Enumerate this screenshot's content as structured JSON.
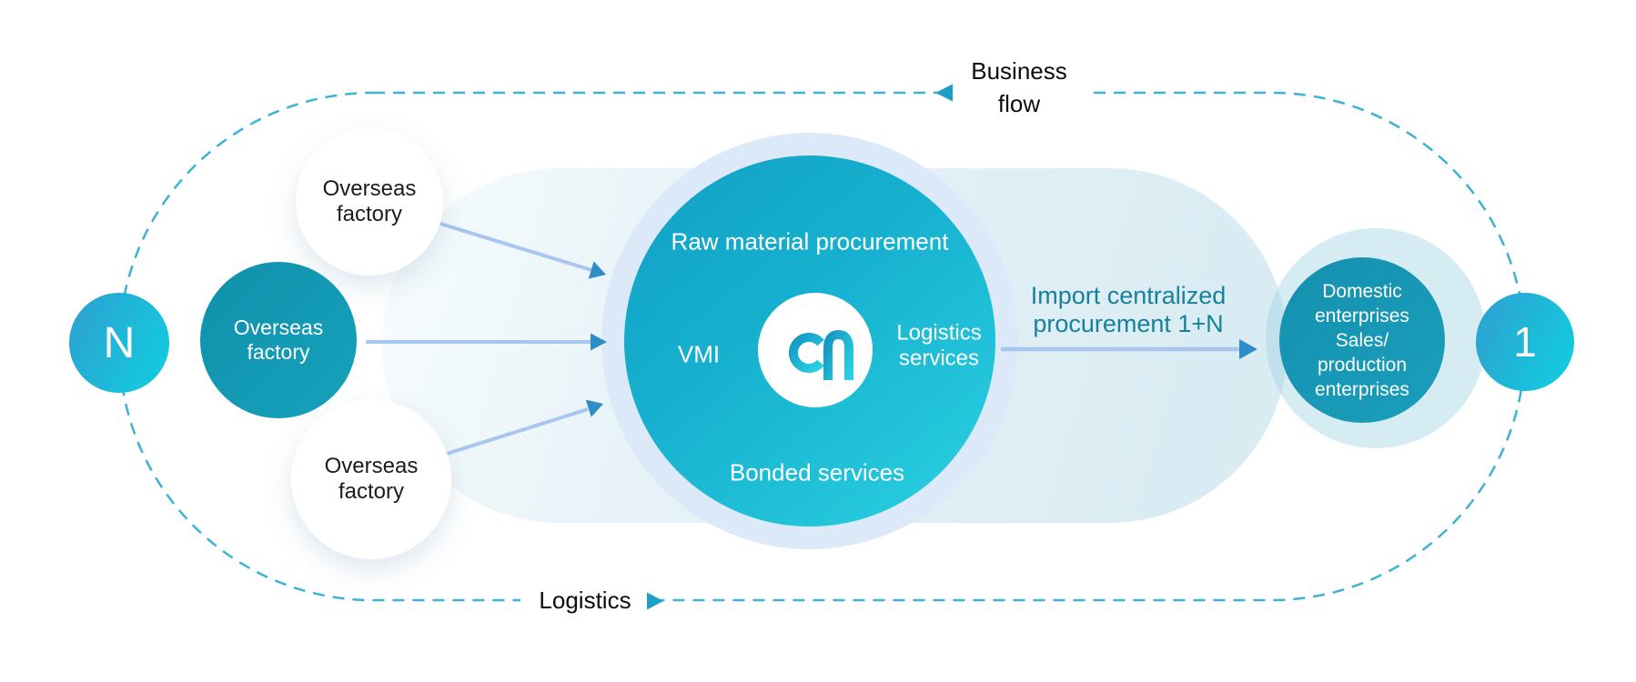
{
  "loop": {
    "business_flow_label": "Business flow",
    "logistics_label": "Logistics"
  },
  "left_group": {
    "n_badge": "N",
    "factories": [
      {
        "label": "Overseas factory",
        "style": "white"
      },
      {
        "label": "Overseas factory",
        "style": "teal"
      },
      {
        "label": "Overseas factory",
        "style": "white"
      }
    ]
  },
  "hub": {
    "top_service": "Raw material procurement",
    "left_service": "VMI",
    "right_service": "Logistics services",
    "bottom_service": "Bonded services",
    "logo_icon": "ea-logo"
  },
  "flow_arrow": {
    "label": "Import centralized procurement 1+N"
  },
  "right_group": {
    "one_badge": "1",
    "domestic_lines": [
      "Domestic",
      "enterprises",
      "Sales/",
      "production",
      "enterprises"
    ]
  },
  "colors": {
    "dash_line": "#3cb2d6",
    "dash_triangle": "#1b9fc9",
    "arrow_line": "#a9c6f0",
    "arrow_head": "#2e8cc6",
    "label_teal": "#17809d",
    "hub_gradient_start": "#119fc4",
    "hub_gradient_end": "#2bd1e2"
  }
}
